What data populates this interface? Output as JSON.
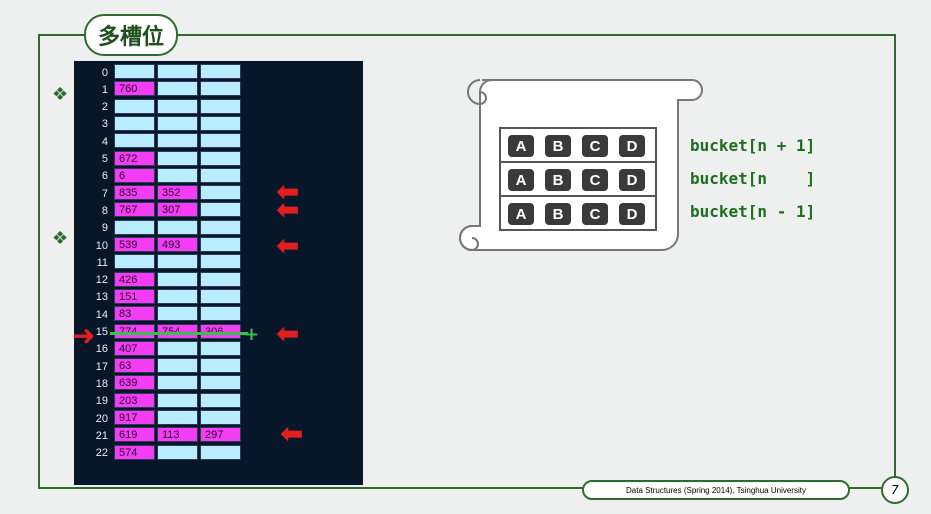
{
  "title": "多槽位",
  "bullets": [
    "❖",
    "❖"
  ],
  "table": {
    "rows": [
      {
        "idx": "0",
        "cells": [
          "",
          "",
          ""
        ]
      },
      {
        "idx": "1",
        "cells": [
          "760",
          "",
          ""
        ]
      },
      {
        "idx": "2",
        "cells": [
          "",
          "",
          ""
        ]
      },
      {
        "idx": "3",
        "cells": [
          "",
          "",
          ""
        ]
      },
      {
        "idx": "4",
        "cells": [
          "",
          "",
          ""
        ]
      },
      {
        "idx": "5",
        "cells": [
          "672",
          "",
          ""
        ]
      },
      {
        "idx": "6",
        "cells": [
          "6",
          "",
          ""
        ]
      },
      {
        "idx": "7",
        "cells": [
          "835",
          "352",
          ""
        ]
      },
      {
        "idx": "8",
        "cells": [
          "767",
          "307",
          ""
        ]
      },
      {
        "idx": "9",
        "cells": [
          "",
          "",
          ""
        ]
      },
      {
        "idx": "10",
        "cells": [
          "539",
          "493",
          ""
        ]
      },
      {
        "idx": "11",
        "cells": [
          "",
          "",
          ""
        ]
      },
      {
        "idx": "12",
        "cells": [
          "426",
          "",
          ""
        ]
      },
      {
        "idx": "13",
        "cells": [
          "151",
          "",
          ""
        ]
      },
      {
        "idx": "14",
        "cells": [
          "83",
          "",
          ""
        ]
      },
      {
        "idx": "15",
        "cells": [
          "774",
          "754",
          "306"
        ]
      },
      {
        "idx": "16",
        "cells": [
          "407",
          "",
          ""
        ]
      },
      {
        "idx": "17",
        "cells": [
          "63",
          "",
          ""
        ]
      },
      {
        "idx": "18",
        "cells": [
          "639",
          "",
          ""
        ]
      },
      {
        "idx": "19",
        "cells": [
          "203",
          "",
          ""
        ]
      },
      {
        "idx": "20",
        "cells": [
          "917",
          "",
          ""
        ]
      },
      {
        "idx": "21",
        "cells": [
          "619",
          "113",
          "297"
        ]
      },
      {
        "idx": "22",
        "cells": [
          "574",
          "",
          ""
        ]
      }
    ]
  },
  "bucket_cells": [
    "A",
    "B",
    "C",
    "D"
  ],
  "bucket_labels": [
    "bucket[n + 1]",
    "bucket[n    ]",
    "bucket[n - 1]"
  ],
  "footer": "Data Structures (Spring 2014), Tsinghua University",
  "page_number": "7",
  "colors": {
    "frame": "#2f6b2f",
    "empty_cell": "#b9ecff",
    "full_cell": "#f23df5",
    "arrow": "#e02020",
    "panel": "#071628"
  }
}
